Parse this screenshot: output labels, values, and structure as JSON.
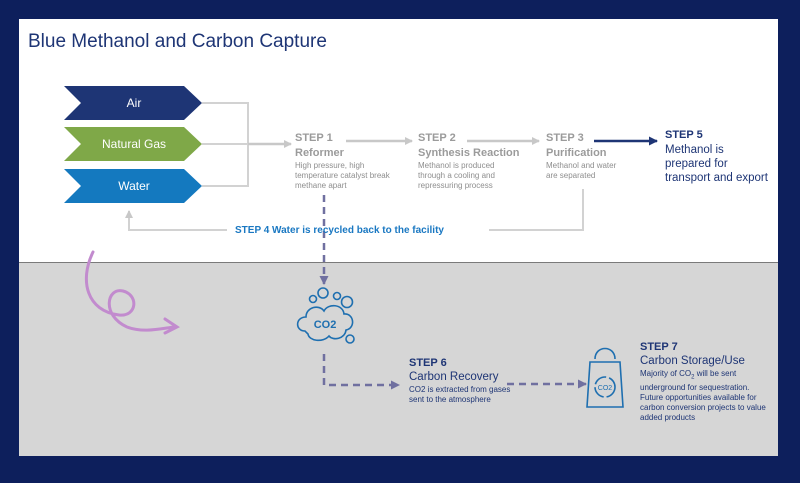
{
  "title": "Blue Methanol and Carbon Capture",
  "colors": {
    "navy": "#1e3575",
    "green": "#7fa848",
    "blue": "#1479bf",
    "grey_band": "#d6d6d6",
    "frame": "#0d1f5c",
    "purple": "#c28bce"
  },
  "inputs": [
    "Air",
    "Natural Gas",
    "Water"
  ],
  "steps": {
    "step1": {
      "label": "STEP 1",
      "name": "Reformer",
      "desc": "High pressure, high temperature catalyst break methane apart"
    },
    "step2": {
      "label": "STEP 2",
      "name": "Synthesis Reaction",
      "desc": "Methanol is produced through a cooling and repressuring process"
    },
    "step3": {
      "label": "STEP 3",
      "name": "Purification",
      "desc": "Methanol and water are separated"
    },
    "step4": {
      "text": "STEP 4 Water is recycled back to the facility"
    },
    "step5": {
      "label": "STEP 5",
      "desc": "Methanol is prepared for transport and export"
    },
    "step6": {
      "label": "STEP 6",
      "name": "Carbon Recovery",
      "desc": "CO2 is extracted from gases sent to the atmosphere"
    },
    "step7": {
      "label": "STEP 7",
      "name": "Carbon Storage/Use",
      "desc_a": "Majority of CO",
      "desc_sub": "2",
      "desc_b": " will be sent underground for sequestration. Future opportunities available for carbon conversion projects to value added products"
    }
  },
  "icons": {
    "co2_cloud": {
      "name": "co2-cloud-icon",
      "text": "CO2"
    },
    "storage_bag": {
      "name": "co2-storage-bag-icon",
      "text": "CO2"
    },
    "curl_arrow": {
      "name": "curly-arrow-icon"
    }
  }
}
